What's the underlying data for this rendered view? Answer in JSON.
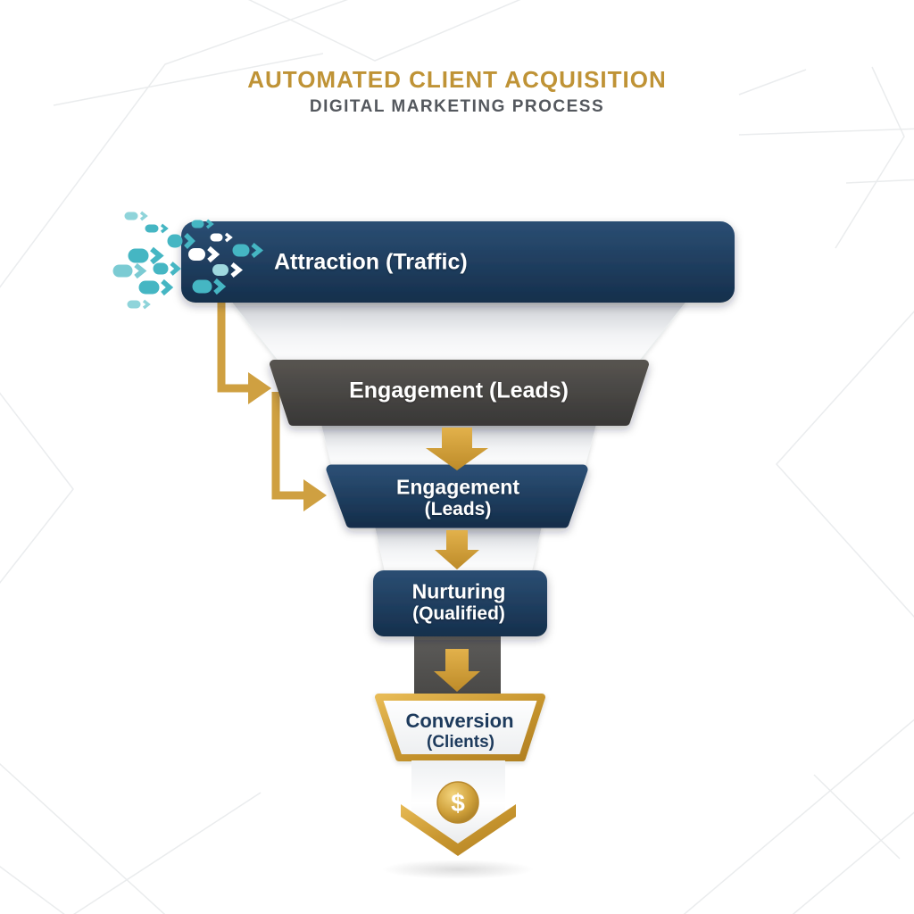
{
  "title": {
    "main": "AUTOMATED CLIENT ACQUISITION",
    "subtitle": "DIGITAL MARKETING PROCESS"
  },
  "funnel": {
    "stages": [
      {
        "label": "Attraction (Traffic)"
      },
      {
        "label": "Engagement (Leads)"
      },
      {
        "line1": "Engagement",
        "line2": "(Leads)"
      },
      {
        "line1": "Nurturing",
        "line2": "(Qualified)"
      },
      {
        "line1": "Conversion",
        "line2": "(Clients)"
      }
    ],
    "coin_symbol": "$"
  },
  "colors": {
    "navy": "#1f3c5c",
    "dark_gray": "#454443",
    "gold": "#cfa041",
    "title_gold": "#bf9336",
    "subtitle_gray": "#54585e",
    "teal": "#45b6c3",
    "teal_light": "#8fd4da",
    "silver": "#e9ebee"
  },
  "icons": {
    "traffic_arrows": "incoming-traffic-arrows-icon",
    "flow_connectors": "gold-elbow-connector-arrows",
    "down_arrows": "gold-down-arrow-icon",
    "coin": "dollar-coin-icon"
  }
}
